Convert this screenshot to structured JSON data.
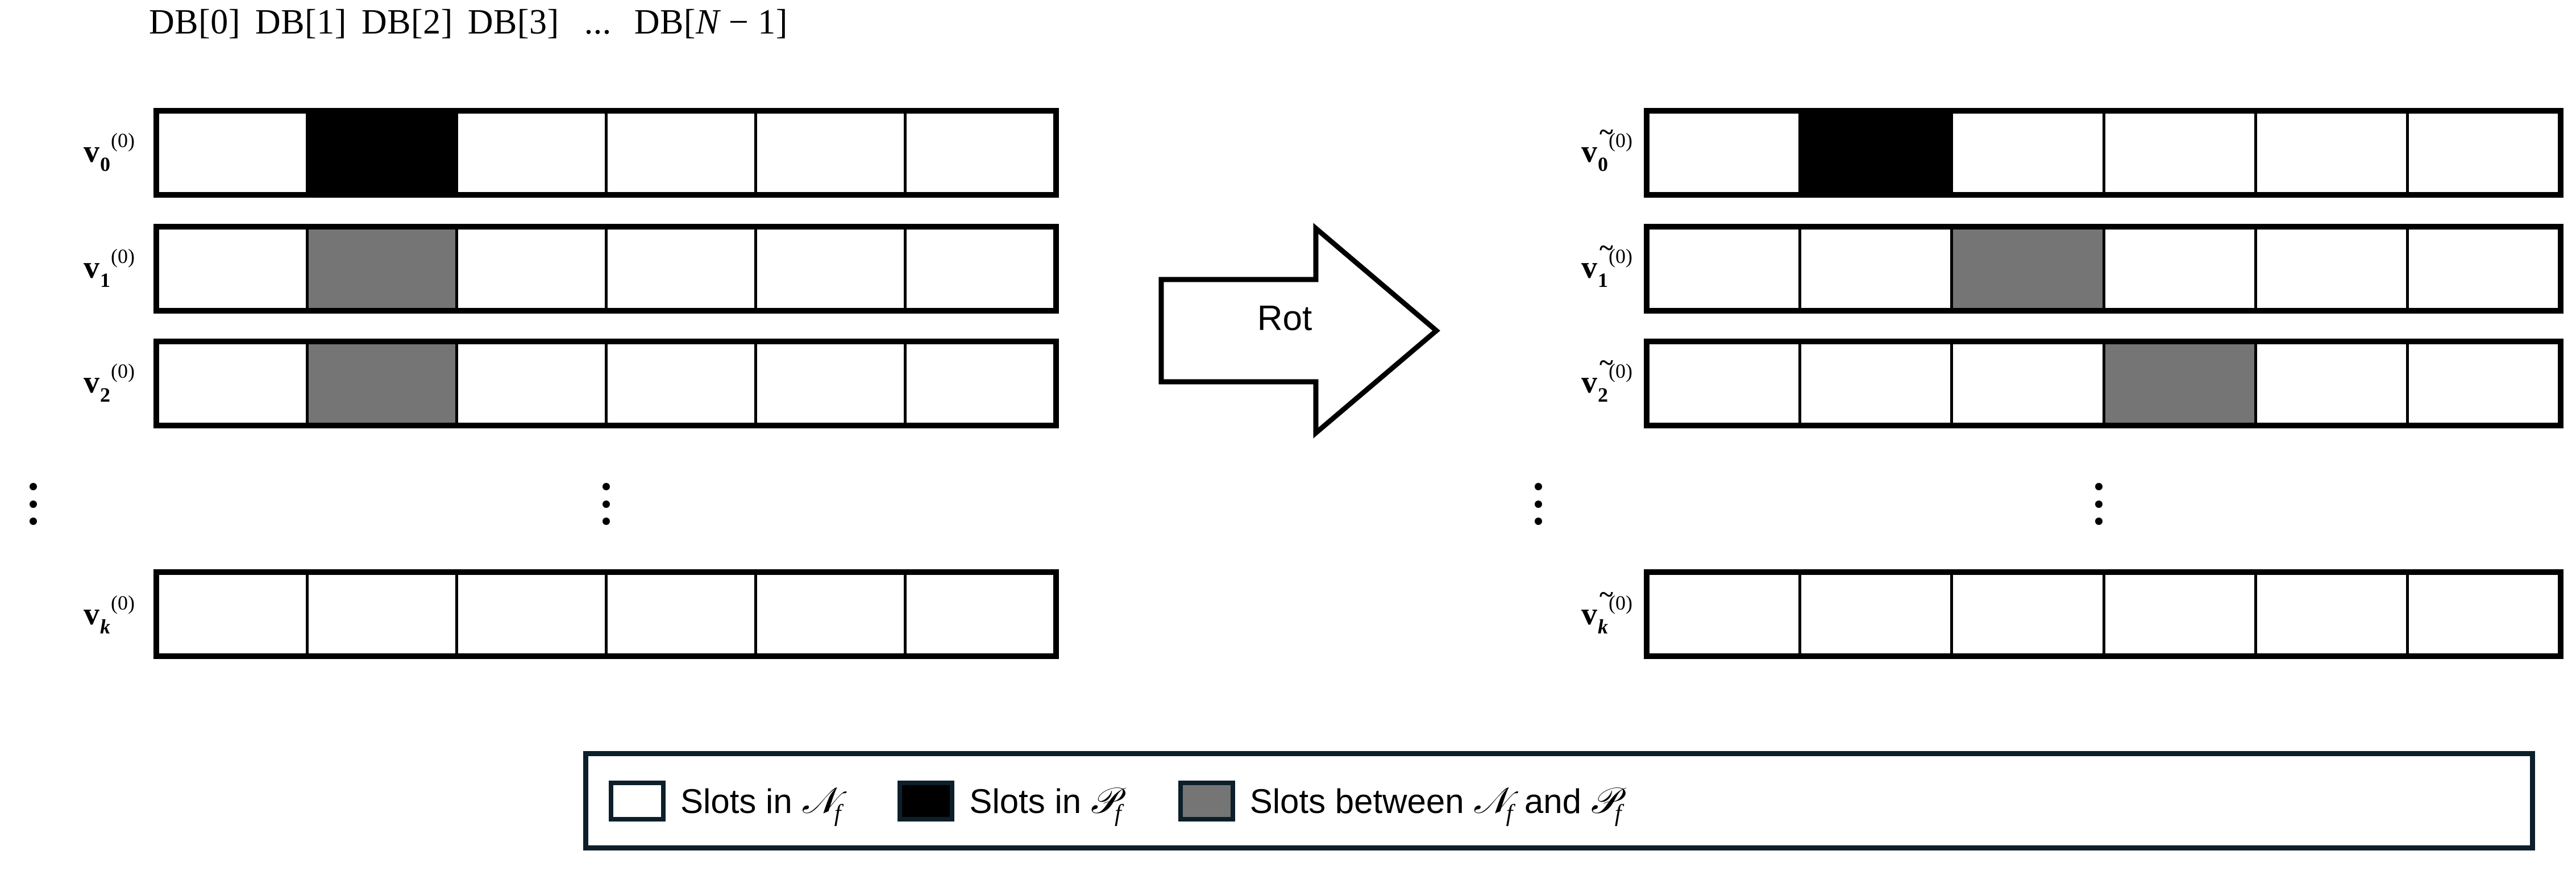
{
  "figure": {
    "title": "Rotation of database slot vectors",
    "colors": {
      "slot_empty": "#FFFFFF",
      "slot_black": "#000000",
      "slot_gray": "#757575",
      "border": "#000000",
      "legend_border": "#0C1F2B"
    }
  },
  "column_header": {
    "labels": [
      "DB[0]",
      "DB[1]",
      "DB[2]",
      "DB[3]"
    ],
    "ellipsis": "...",
    "last_label_prefix": "DB[",
    "last_label_var": "N",
    "last_label_suffix": " − 1]"
  },
  "left_group": {
    "rows": [
      {
        "label": {
          "base": "v",
          "tilde": false,
          "sub": "0",
          "sup": "(0)"
        },
        "cells": [
          "white",
          "black",
          "white",
          "white",
          "white",
          "white"
        ]
      },
      {
        "label": {
          "base": "v",
          "tilde": false,
          "sub": "1",
          "sup": "(0)"
        },
        "cells": [
          "white",
          "gray",
          "white",
          "white",
          "white",
          "white"
        ]
      },
      {
        "label": {
          "base": "v",
          "tilde": false,
          "sub": "2",
          "sup": "(0)"
        },
        "cells": [
          "white",
          "gray",
          "white",
          "white",
          "white",
          "white"
        ]
      },
      {
        "label": {
          "base": "v",
          "tilde": false,
          "sub": "k",
          "sup": "(0)"
        },
        "cells": [
          "white",
          "white",
          "white",
          "white",
          "white",
          "white"
        ]
      }
    ],
    "ellipsis_symbol": "⋮"
  },
  "right_group": {
    "rows": [
      {
        "label": {
          "base": "v",
          "tilde": true,
          "sub": "0",
          "sup": "(0)"
        },
        "cells": [
          "white",
          "black",
          "white",
          "white",
          "white",
          "white"
        ]
      },
      {
        "label": {
          "base": "v",
          "tilde": true,
          "sub": "1",
          "sup": "(0)"
        },
        "cells": [
          "white",
          "white",
          "gray",
          "white",
          "white",
          "white"
        ]
      },
      {
        "label": {
          "base": "v",
          "tilde": true,
          "sub": "2",
          "sup": "(0)"
        },
        "cells": [
          "white",
          "white",
          "white",
          "gray",
          "white",
          "white"
        ]
      },
      {
        "label": {
          "base": "v",
          "tilde": true,
          "sub": "k",
          "sup": "(0)"
        },
        "cells": [
          "white",
          "white",
          "white",
          "white",
          "white",
          "white"
        ]
      }
    ],
    "ellipsis_symbol": "⋮"
  },
  "arrow": {
    "label": "Rot"
  },
  "legend": {
    "items": [
      {
        "swatch": "white",
        "text_before": "Slots in ",
        "symbol": "𝒩",
        "symbol_sub": "f",
        "text_after": ""
      },
      {
        "swatch": "black",
        "text_before": "Slots in ",
        "symbol": "𝒫",
        "symbol_sub": "f",
        "text_after": ""
      },
      {
        "swatch": "gray",
        "text_before": "Slots between ",
        "symbol": "𝒩",
        "symbol_sub": "f",
        "text_mid": " and ",
        "symbol2": "𝒫",
        "symbol2_sub": "f",
        "text_after": ""
      }
    ]
  }
}
